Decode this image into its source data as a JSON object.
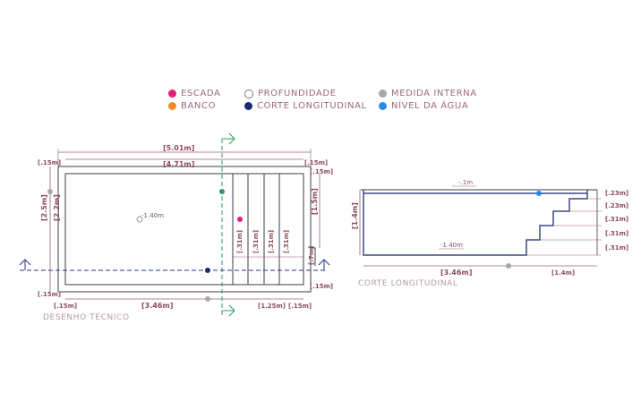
{
  "colors": {
    "escada": "#e0207a",
    "banco": "#f08a24",
    "profundidade": "#ffffff",
    "corte_longitudinal": "#1b2a78",
    "medida_interna": "#a8a8a8",
    "nivel_agua": "#2a8be8",
    "outline": "#3b3b4d",
    "dimension": "#9a6070",
    "arrow": "#2f9a5f",
    "cut_line": "#2a3a8a"
  },
  "legend": [
    {
      "key": "escada",
      "label": "ESCADA",
      "color": "#e0207a",
      "hollow": false
    },
    {
      "key": "banco",
      "label": "BANCO",
      "color": "#f08a24",
      "hollow": false
    },
    {
      "key": "profundidade",
      "label": "PROFUNDIDADE",
      "color": "#ffffff",
      "hollow": true
    },
    {
      "key": "corte",
      "label": "CORTE LONGITUDINAL",
      "color": "#1b2a78",
      "hollow": false
    },
    {
      "key": "medida",
      "label": "MEDIDA INTERNA",
      "color": "#a8a8a8",
      "hollow": false
    },
    {
      "key": "nivel",
      "label": "NÍVEL DA ÁGUA",
      "color": "#2a8be8",
      "hollow": false
    }
  ],
  "plan": {
    "caption": "DESENHO TÉCNICO",
    "dims": {
      "total_length": "[5.01m]",
      "inner_length": "[4.71m]",
      "wall_tl": "[.15m]",
      "wall_tr": "[.15m]",
      "wall_tr2": "[.15m]",
      "width_outer": "[2.5m]",
      "width_inner": "[2.2m]",
      "right_width": "[1.5m]",
      "step_1": "[.31m]",
      "step_2": "[.31m]",
      "step_3": "[.31m]",
      "step_4": "[.31m]",
      "bench": "[.7m]",
      "wall_bl": "[.15m]",
      "wall_br": "[.15m]",
      "bottom_wall_l": "[.15m]",
      "bottom_length": "[3.46m]",
      "bottom_steps": "[1.25m]",
      "bottom_wall_r": "[.15m]",
      "depth": "-1.40m"
    }
  },
  "section": {
    "caption": "CORTE LONGITUDINAL",
    "dims": {
      "water_level": "-.1m",
      "depth_total": "[1.4m]",
      "depth_floor": "-1.40m",
      "riser_1": "[.23m]",
      "riser_2": "[.23m]",
      "riser_3": "[.31m]",
      "riser_4": "[.31m]",
      "riser_5": "[.31m]",
      "floor_length": "[3.46m]",
      "steps_length": "[1.4m]"
    }
  }
}
